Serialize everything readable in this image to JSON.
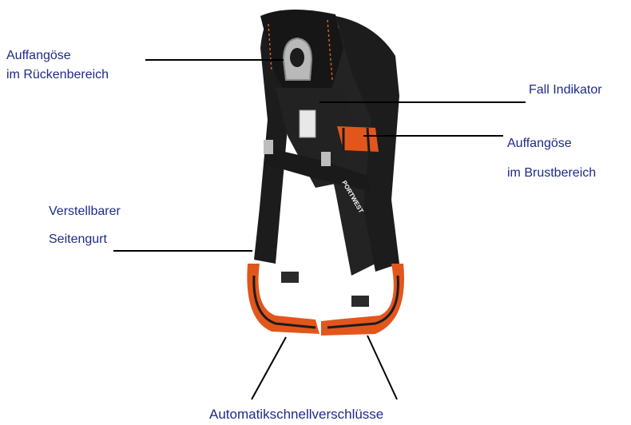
{
  "labels": {
    "back_loop_line1": "Auffangöse",
    "back_loop_line2": "im Rückenbereich",
    "fall_indicator": "Fall Indikator",
    "chest_loop_line1": "Auffangöse",
    "chest_loop_line2": "im Brustbereich",
    "side_strap_line1": "Verstellbarer",
    "side_strap_line2": "Seitengurt",
    "buckles": "Automatikschnellverschlüsse"
  },
  "product": {
    "brand_text": "PORTWEST"
  },
  "colors": {
    "label_text": "#1f2a8a",
    "leader_line": "#000000",
    "webbing_black": "#1c1c1c",
    "webbing_orange": "#e2561c",
    "stitching": "#d9641f",
    "d_ring": "#b9b9b9"
  }
}
